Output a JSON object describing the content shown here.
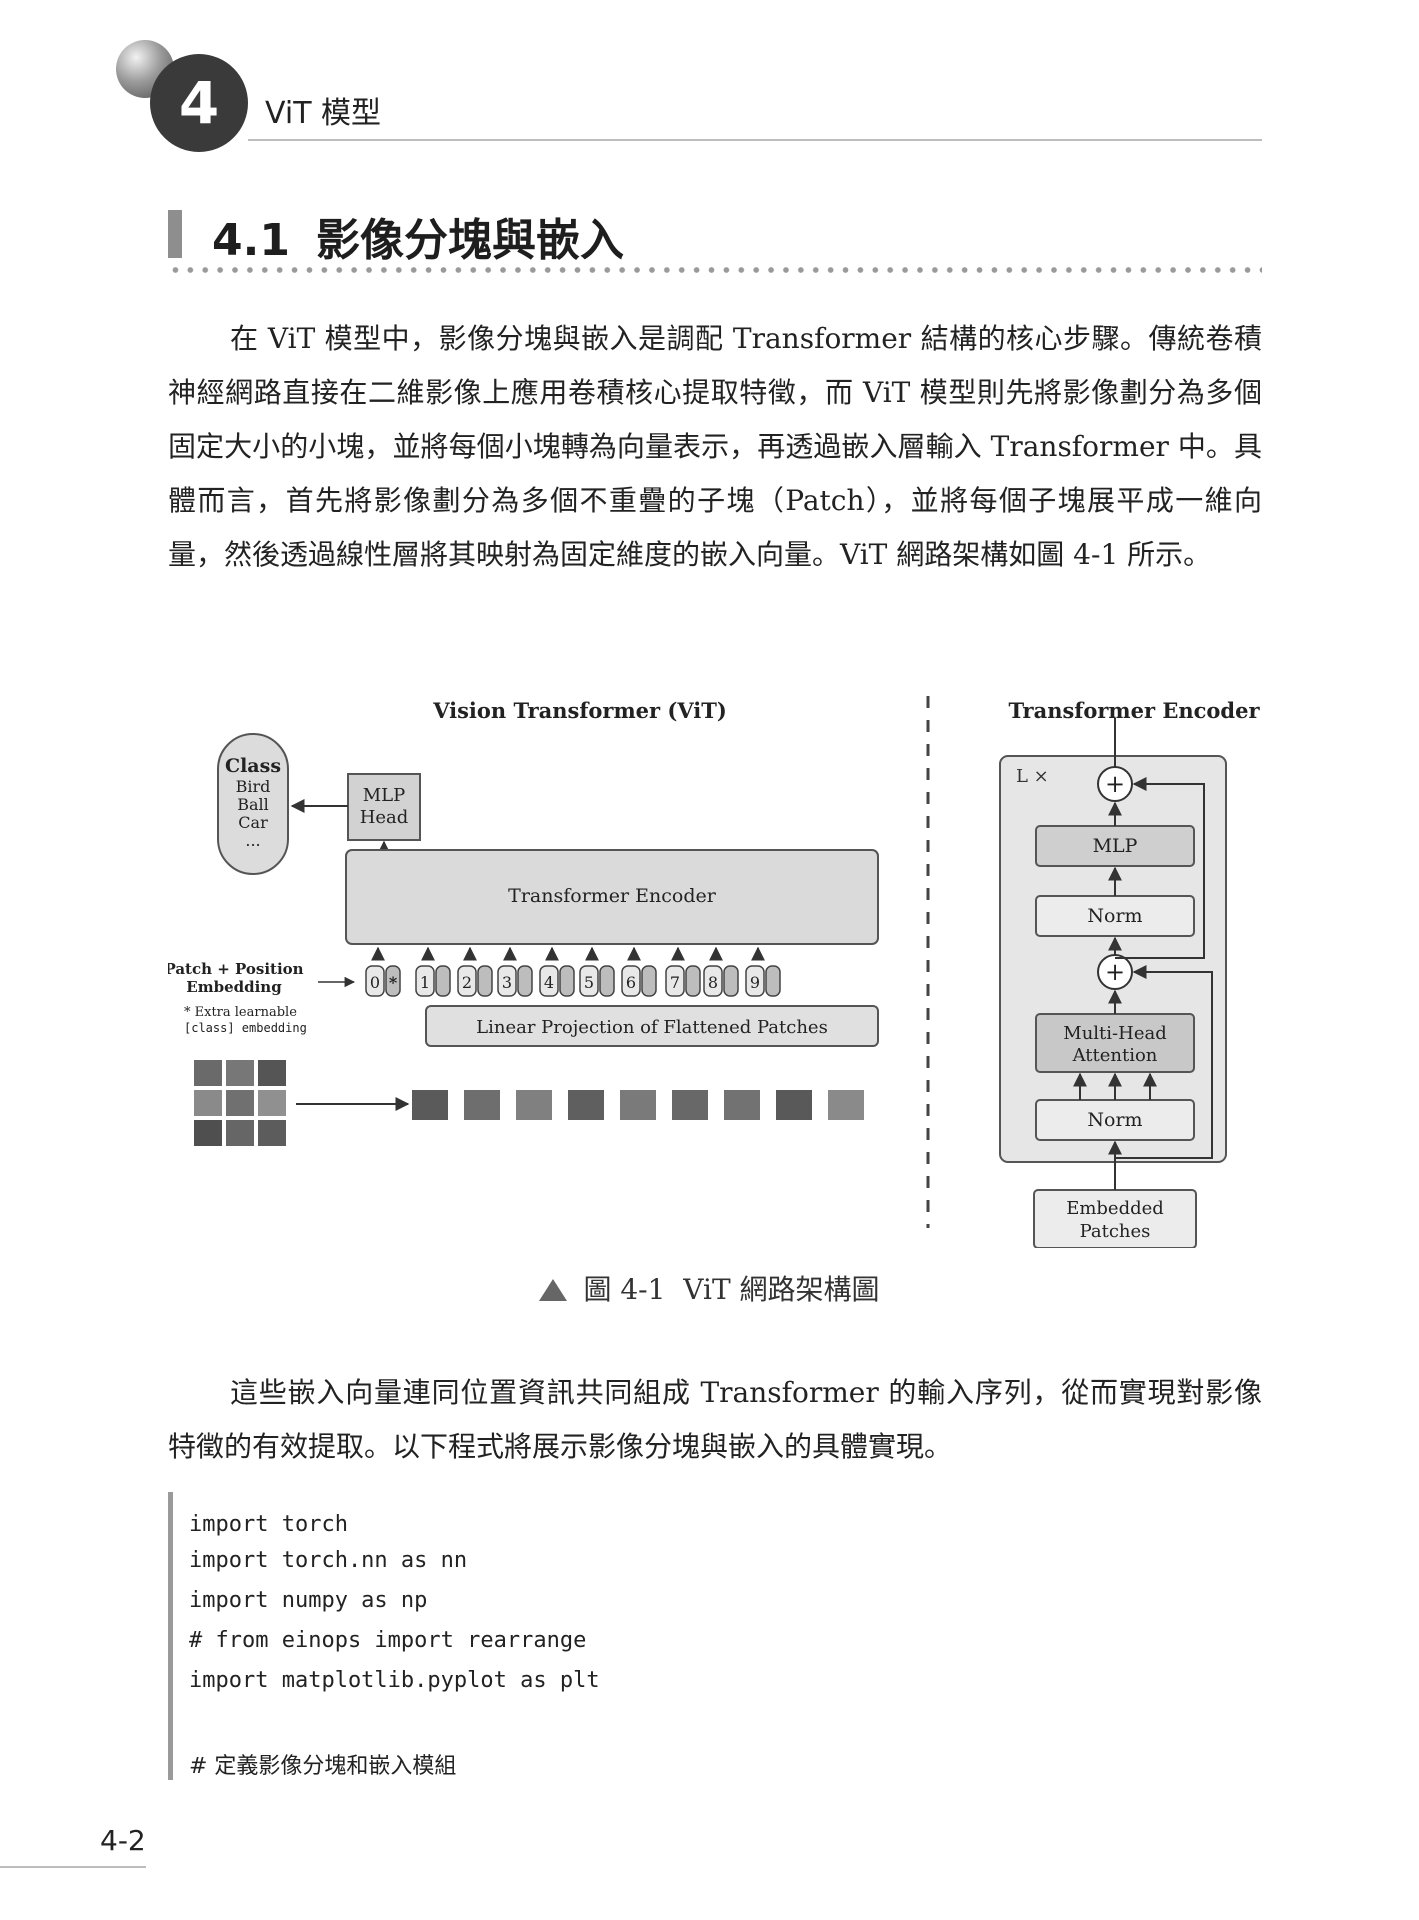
{
  "header": {
    "chapter_number": "4",
    "chapter_title": "ViT 模型",
    "icons": [
      "globe-icon"
    ]
  },
  "section": {
    "number": "4.1",
    "title": "影像分塊與嵌入"
  },
  "body": {
    "paragraph1": "在 ViT 模型中，影像分塊與嵌入是調配 Transformer 結構的核心步驟。傳統卷積神經網路直接在二維影像上應用卷積核心提取特徵，而 ViT 模型則先將影像劃分為多個固定大小的小塊，並將每個小塊轉為向量表示，再透過嵌入層輸入 Transformer 中。具體而言，首先將影像劃分為多個不重疊的子塊（Patch），並將每個子塊展平成一維向量，然後透過線性層將其映射為固定維度的嵌入向量。ViT 網路架構如圖 4-1 所示。",
    "paragraph2": "這些嵌入向量連同位置資訊共同組成 Transformer 的輸入序列，從而實現對影像特徵的有效提取。以下程式將展示影像分塊與嵌入的具體實現。"
  },
  "figure": {
    "caption_label": "圖 4-1",
    "caption_text": "ViT 網路架構圖",
    "left_title": "Vision Transformer (ViT)",
    "right_title": "Transformer Encoder",
    "class_box": {
      "title": "Class",
      "items": [
        "Bird",
        "Ball",
        "Car",
        "..."
      ]
    },
    "mlp_head": [
      "MLP",
      "Head"
    ],
    "transformer_encoder_label": "Transformer Encoder",
    "patch_position_label": [
      "Patch + Position",
      "Embedding"
    ],
    "extra_note": [
      "* Extra learnable",
      "[class] embedding"
    ],
    "tokens": [
      "0",
      "1",
      "2",
      "3",
      "4",
      "5",
      "6",
      "7",
      "8",
      "9"
    ],
    "token_star": "*",
    "linear_projection": "Linear Projection of Flattened Patches",
    "encoder_detail": {
      "repeat": "L ×",
      "plus": "+",
      "mlp": "MLP",
      "norm": "Norm",
      "attention": [
        "Multi-Head",
        "Attention"
      ],
      "embedded_patches": [
        "Embedded",
        "Patches"
      ]
    }
  },
  "code": {
    "lines": [
      "import torch",
      "import torch.nn as nn",
      "import numpy as np",
      "# from einops import rearrange",
      "import matplotlib.pyplot as plt",
      "",
      "# 定義影像分塊和嵌入模組"
    ]
  },
  "footer": {
    "page_number": "4-2"
  }
}
